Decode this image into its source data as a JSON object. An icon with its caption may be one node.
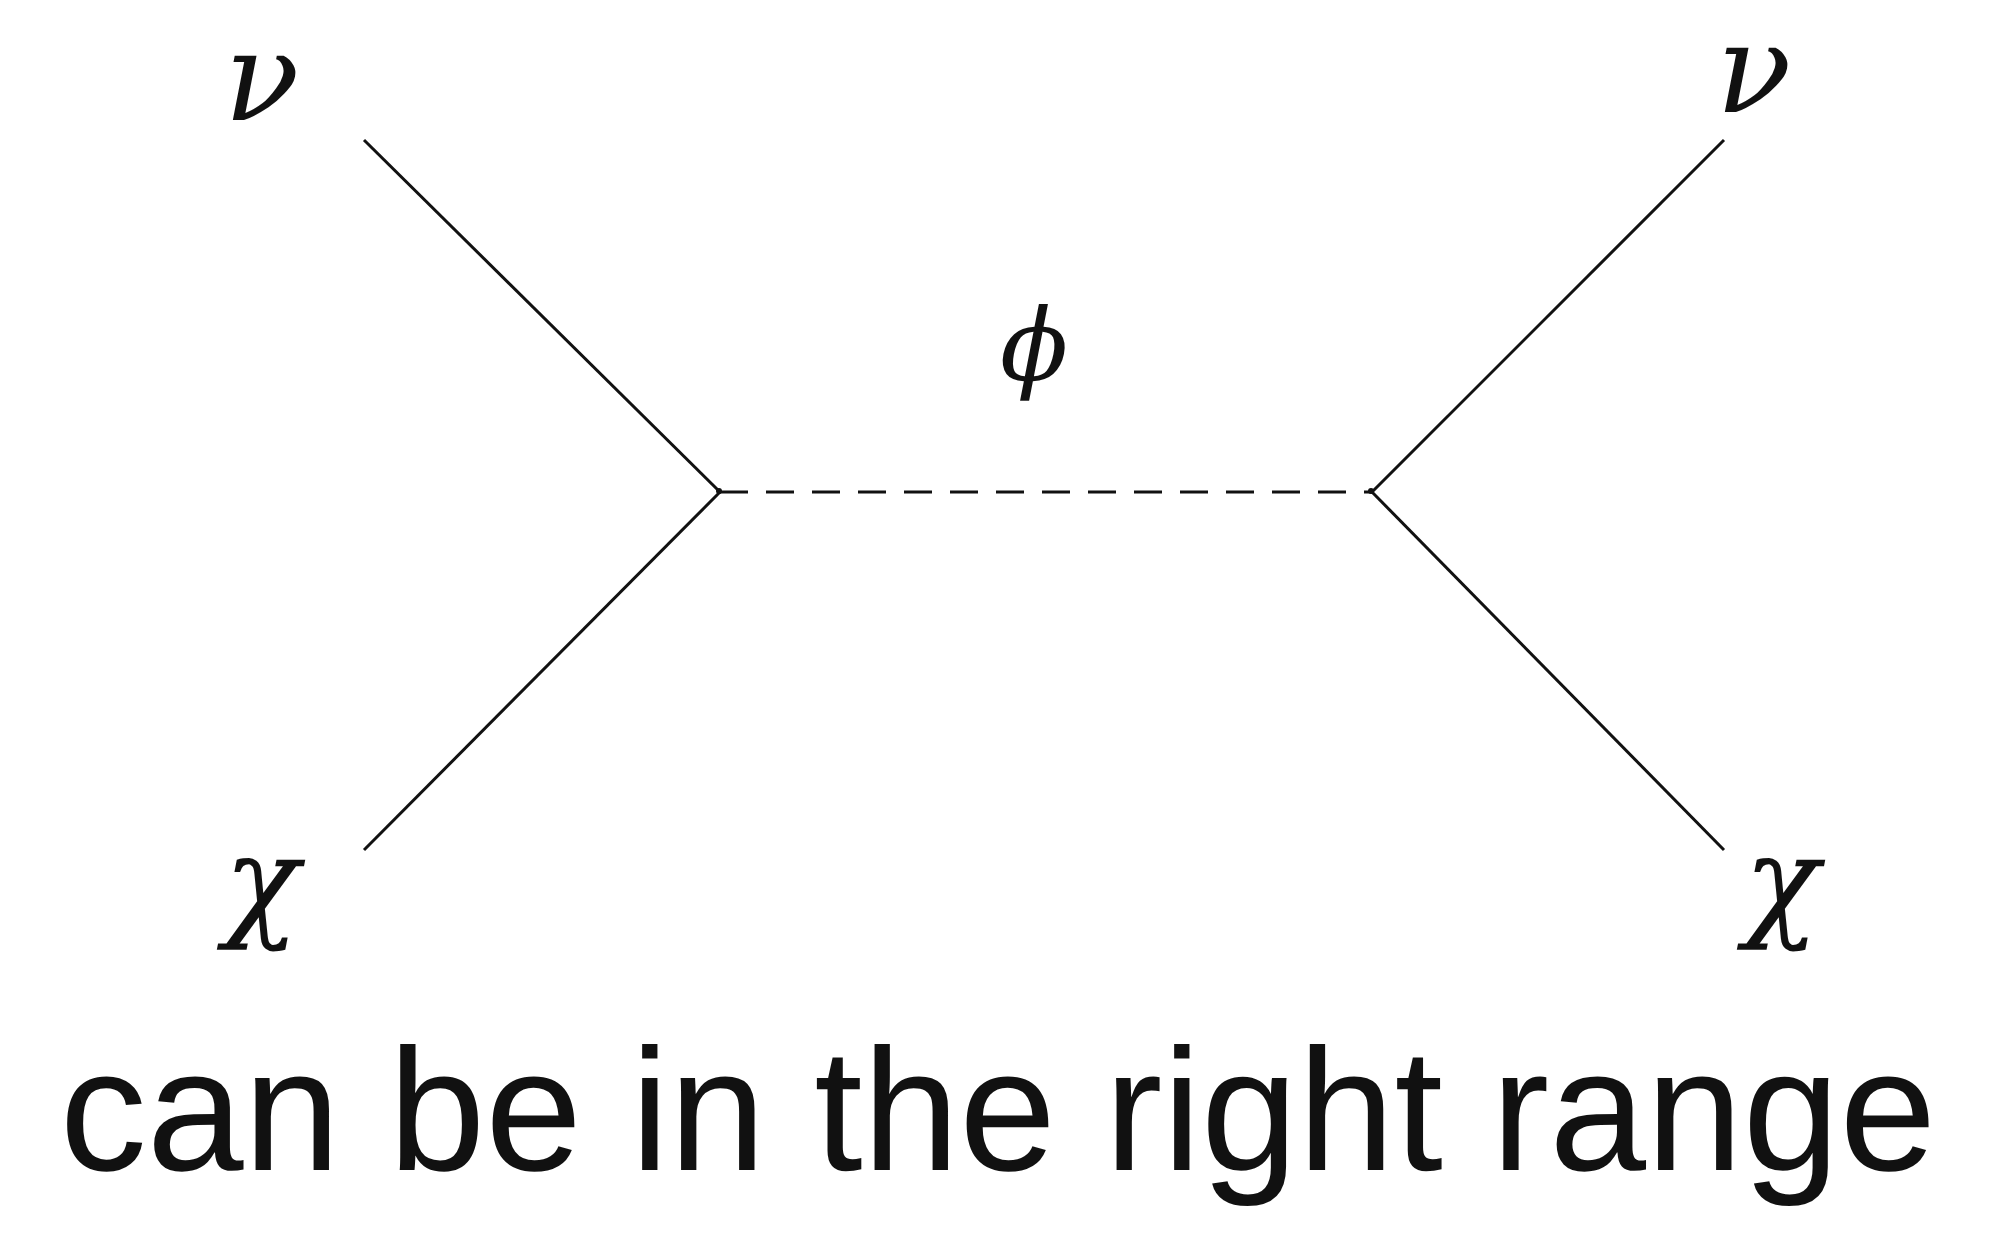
{
  "diagram": {
    "caption": "can be in the right range",
    "nodes": [
      {
        "text": [
          "ν"
        ]
      },
      {
        "text": [
          "χ"
        ]
      },
      {
        "text": [],
        "shape": "point"
      },
      {
        "text": [],
        "shape": "point"
      },
      {
        "text": [
          "ν"
        ]
      },
      {
        "text": [
          "χ"
        ]
      }
    ],
    "edges": [
      {
        "from": 0,
        "to": 2,
        "arrow": "none"
      },
      {
        "from": 1,
        "to": 2,
        "arrow": "none"
      },
      {
        "from": 2,
        "to": 3,
        "arrow": "none",
        "style": "dashed",
        "label": "ϕ"
      },
      {
        "from": 3,
        "to": 4,
        "arrow": "none"
      },
      {
        "from": 3,
        "to": 5,
        "arrow": "none"
      }
    ]
  }
}
